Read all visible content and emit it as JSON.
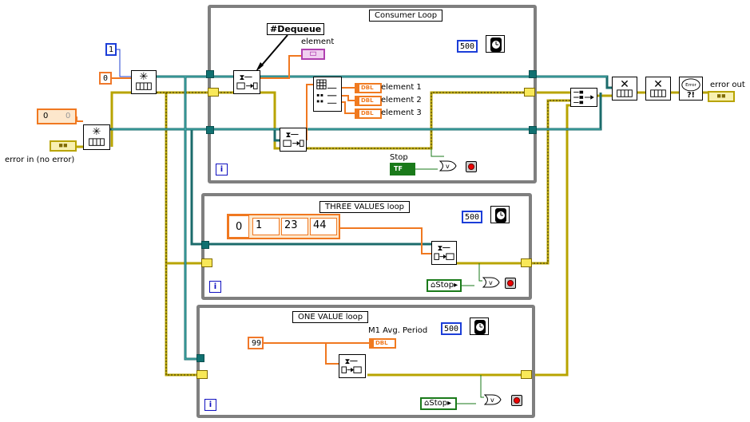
{
  "loops": {
    "consumer": {
      "title": "Consumer Loop",
      "iteration": "i"
    },
    "three_values": {
      "title": "THREE VALUES loop",
      "iteration": "i"
    },
    "one_value": {
      "title": "ONE VALUE loop",
      "iteration": "i"
    }
  },
  "constants": {
    "queue_size": "1",
    "queue_name": "0",
    "array_index": "0",
    "array_element0": "0",
    "three_values_index": "0",
    "three_values": [
      "1",
      "23",
      "44"
    ],
    "one_value": "99",
    "wait_consumer": "500",
    "wait_three": "500",
    "wait_one": "500"
  },
  "labels": {
    "dequeue_tag": "#Dequeue",
    "element": "element",
    "element1": "element 1",
    "element2": "element 2",
    "element3": "element 3",
    "stop": "Stop",
    "error_in": "error in (no error)",
    "error_out": "error out",
    "m1_avg_period": "M1 Avg. Period",
    "dbl": "DBL",
    "tf": "TF"
  },
  "controls": {
    "stop_local_three": "Stop",
    "stop_local_one": "Stop"
  },
  "colors": {
    "error_wire": "#b8a400",
    "queue_wire": "#1b6b6b",
    "dbl_wire": "#f07820",
    "int_wire": "#2040d0",
    "bool_wire": "#1a7a1a",
    "loop_border": "#7f7f7f"
  }
}
